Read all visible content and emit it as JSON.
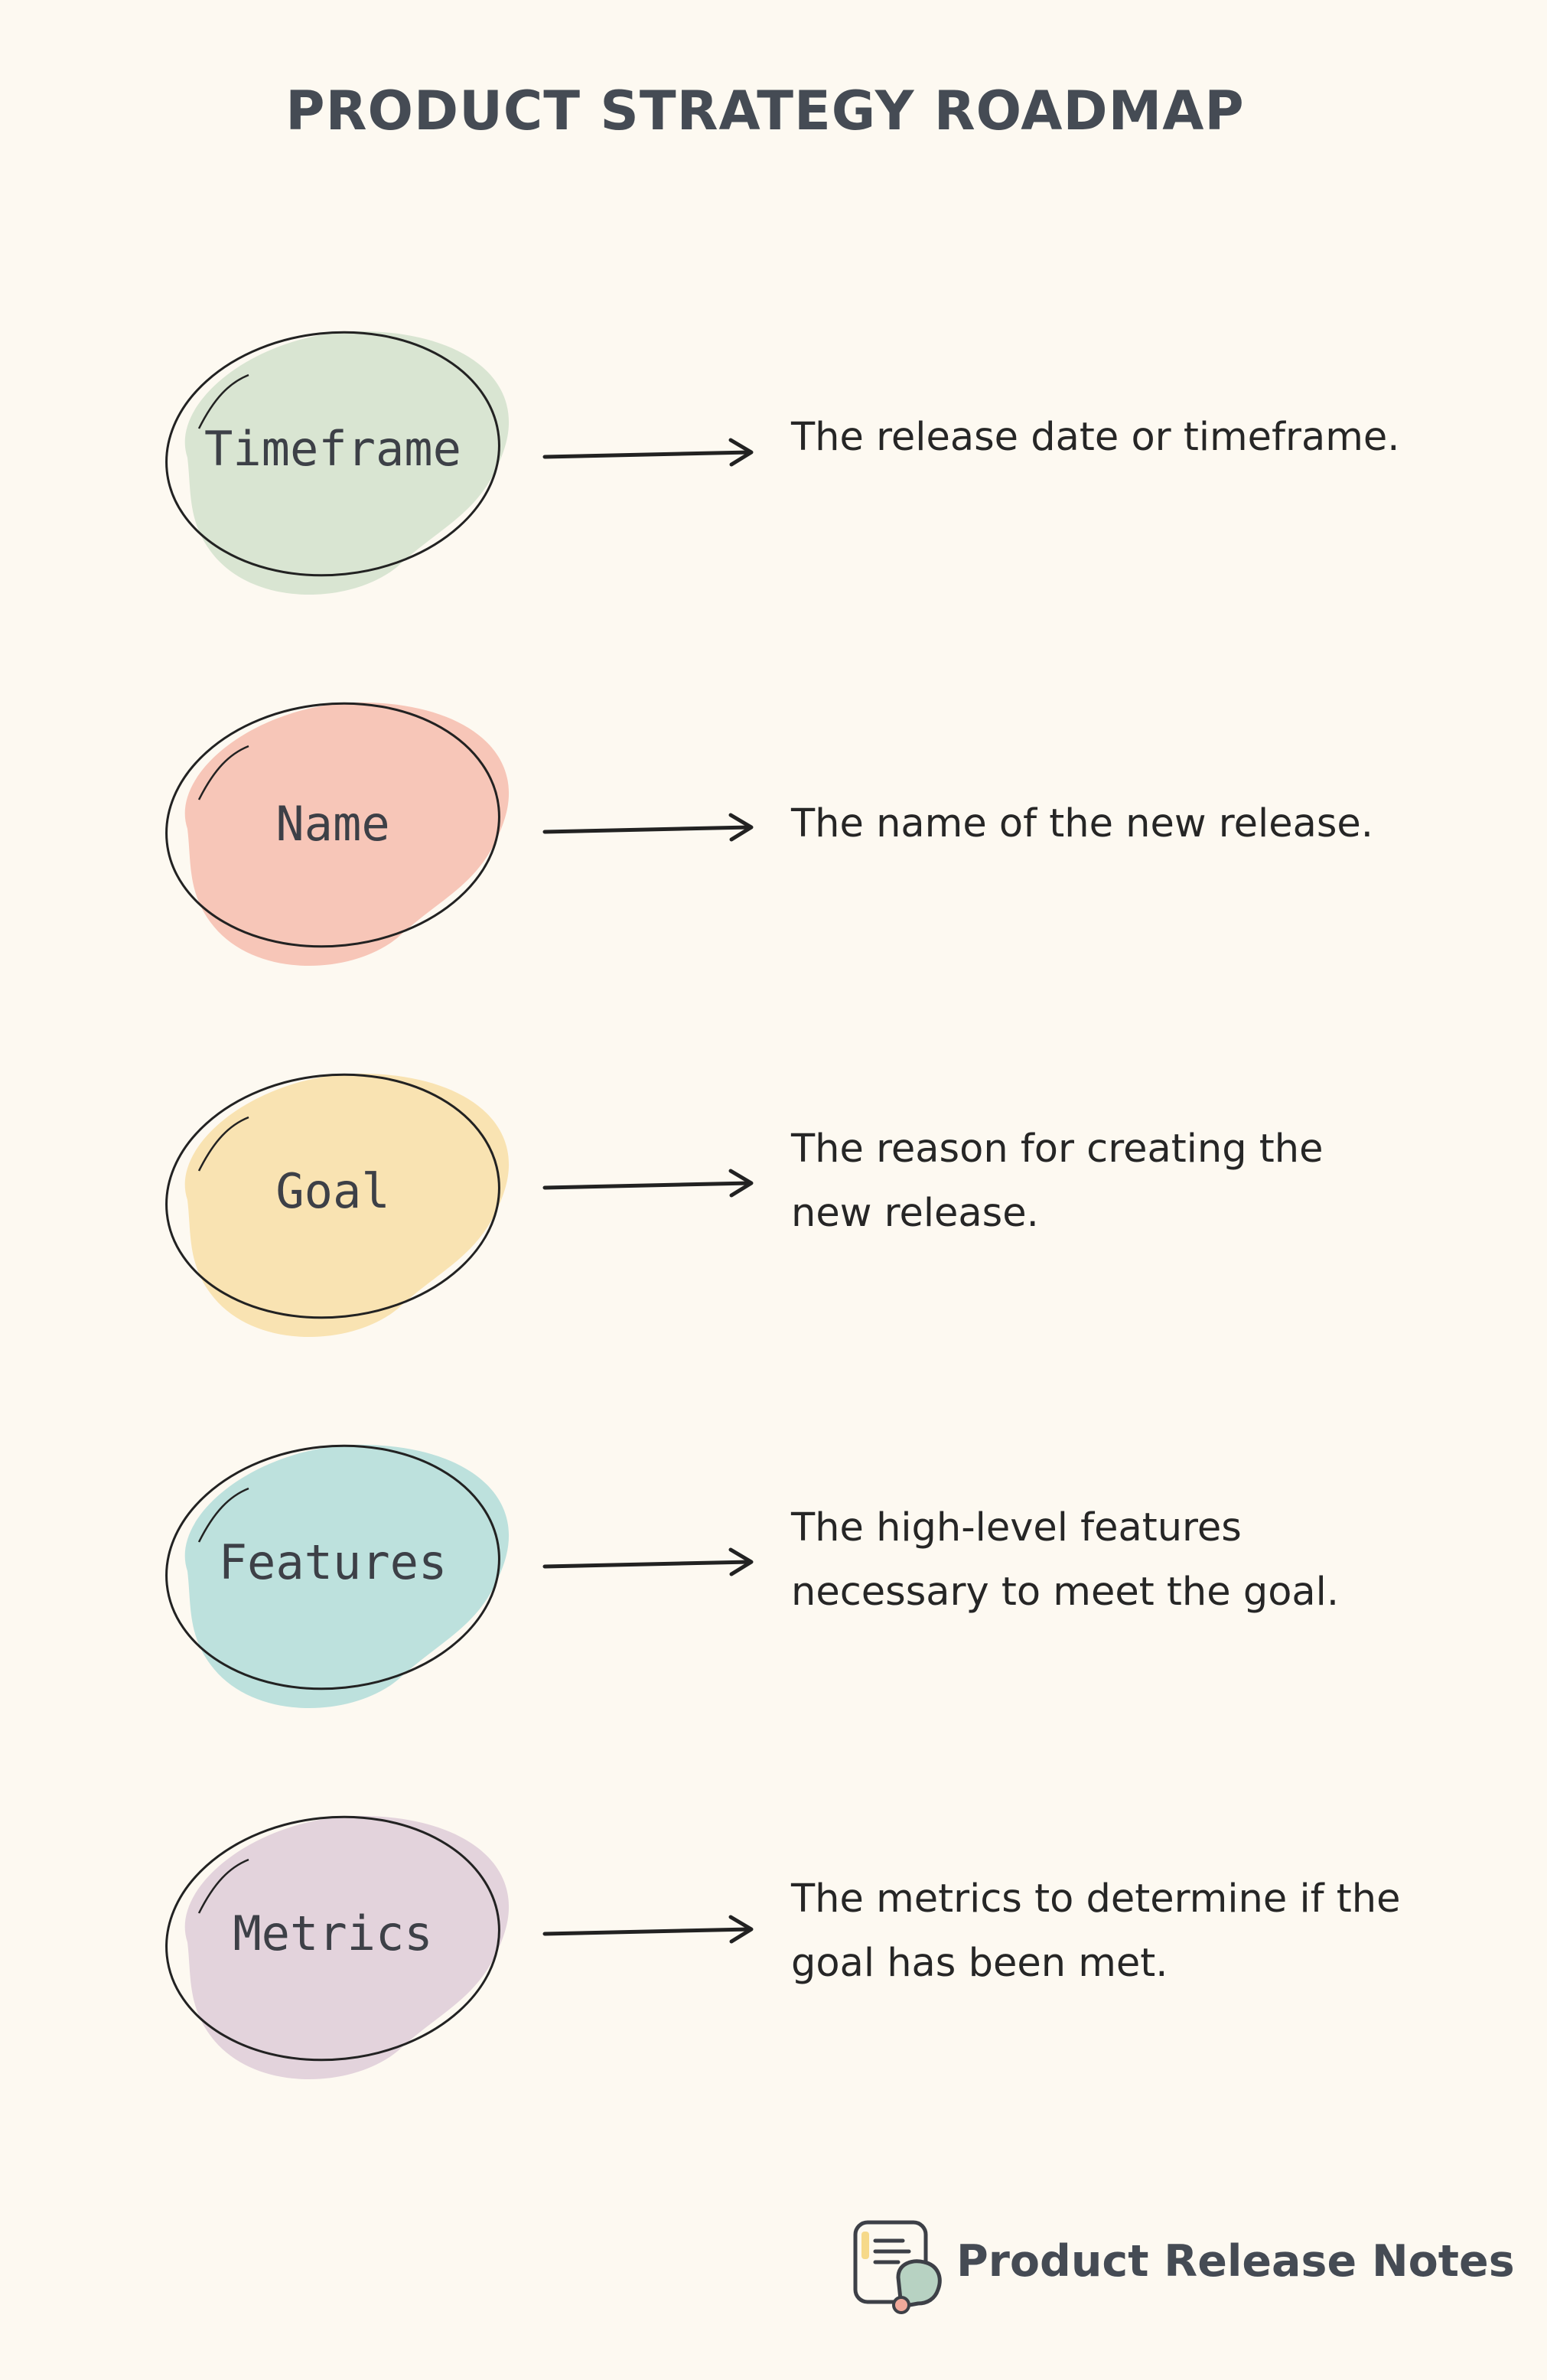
{
  "title": "PRODUCT STRATEGY ROADMAP",
  "steps": [
    {
      "label": "Timeframe",
      "desc": "The release date or timeframe.",
      "color": "#d9e5d2"
    },
    {
      "label": "Name",
      "desc": "The name of the new release.",
      "color": "#f7c6b8"
    },
    {
      "label": "Goal",
      "desc": "The reason for creating the new release.",
      "color": "#f9e3b2"
    },
    {
      "label": "Features",
      "desc": "The high-level features necessary to meet the goal.",
      "color": "#bde1dd"
    },
    {
      "label": "Metrics",
      "desc": "The metrics to determine if the goal has been met.",
      "color": "#e3d3dc"
    }
  ],
  "brand": {
    "name": "Product Release Notes",
    "logo_icon": "document-chat-icon"
  }
}
